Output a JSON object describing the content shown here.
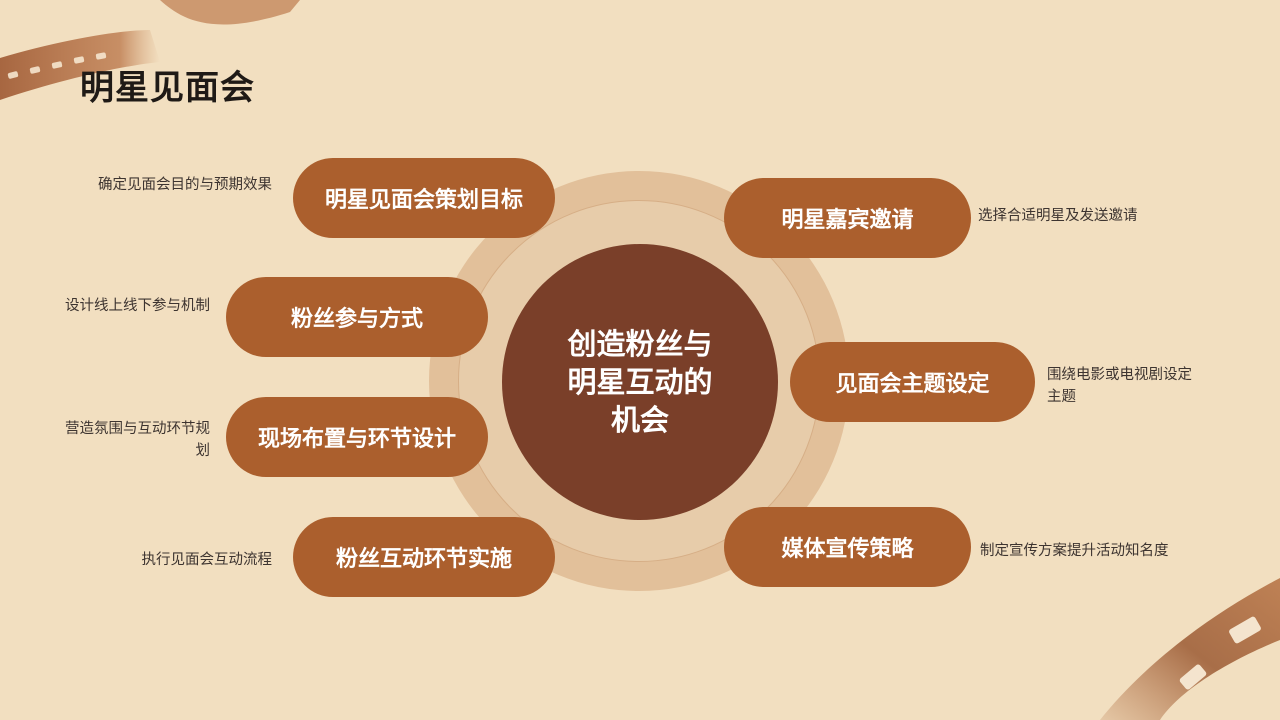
{
  "title": "明星见面会",
  "center": "创造粉丝与明星互动的机会",
  "left_items": [
    {
      "label": "明星见面会策划目标",
      "desc": "确定见面会目的与预期效果"
    },
    {
      "label": "粉丝参与方式",
      "desc": "设计线上线下参与机制"
    },
    {
      "label": "现场布置与环节设计",
      "desc": "营造氛围与互动环节规划"
    },
    {
      "label": "粉丝互动环节实施",
      "desc": "执行见面会互动流程"
    }
  ],
  "right_items": [
    {
      "label": "明星嘉宾邀请",
      "desc": "选择合适明星及发送邀请"
    },
    {
      "label": "见面会主题设定",
      "desc": "围绕电影或电视剧设定主题"
    },
    {
      "label": "媒体宣传策略",
      "desc": "制定宣传方案提升活动知名度"
    }
  ],
  "colors": {
    "background": "#f2dfc0",
    "pill": "#ab5f2d",
    "core": "#7a3f29",
    "ring": "#e2c09a"
  }
}
